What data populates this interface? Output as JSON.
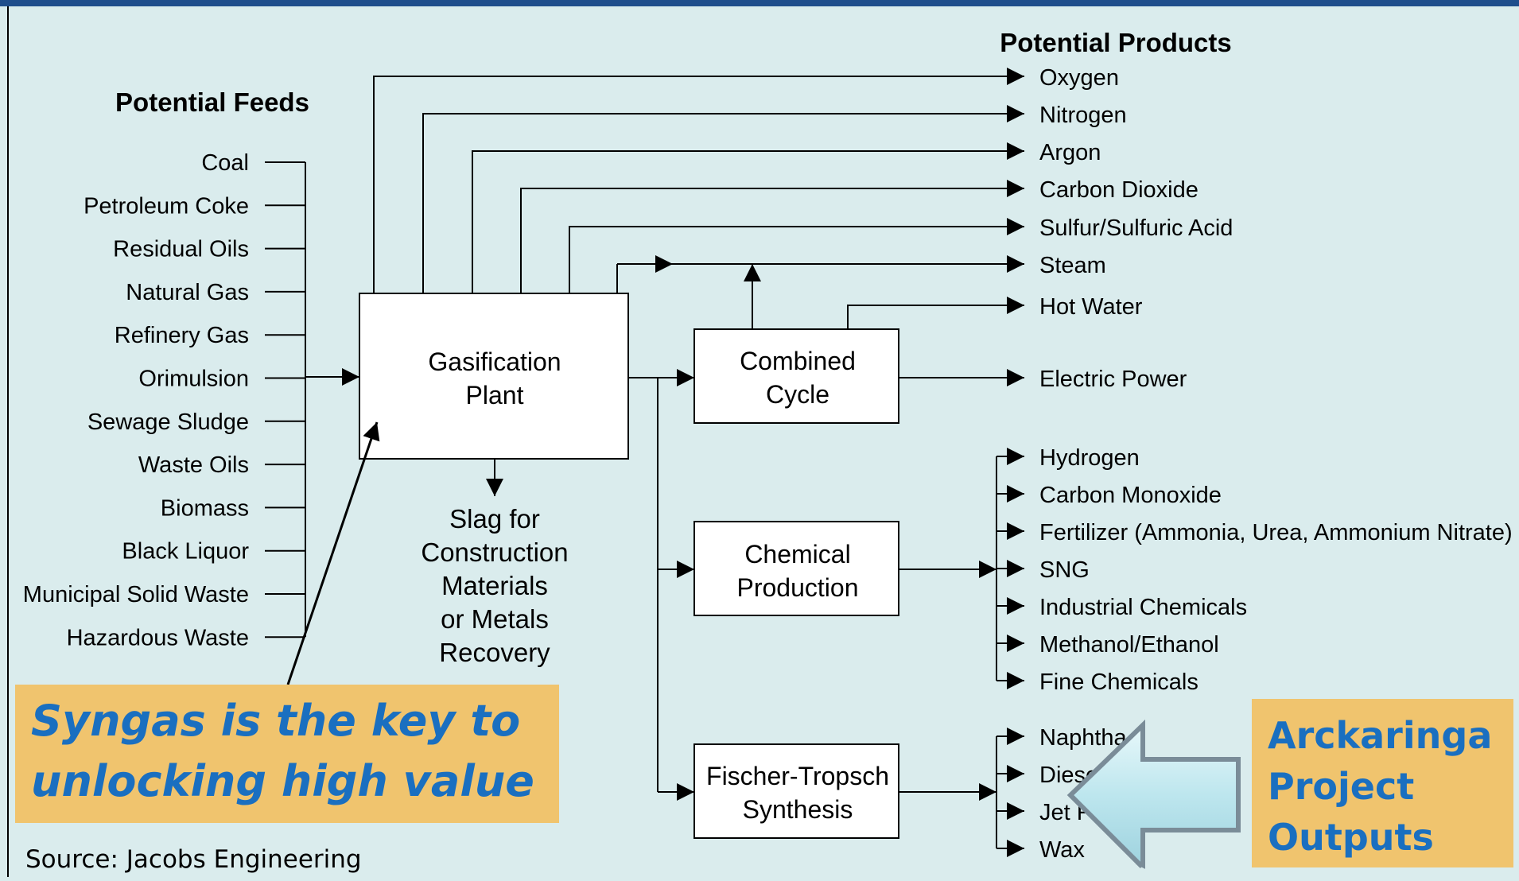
{
  "headers": {
    "feeds": "Potential Feeds",
    "products": "Potential Products"
  },
  "feeds": [
    "Coal",
    "Petroleum Coke",
    "Residual Oils",
    "Natural Gas",
    "Refinery Gas",
    "Orimulsion",
    "Sewage Sludge",
    "Waste Oils",
    "Biomass",
    "Black Liquor",
    "Municipal Solid Waste",
    "Hazardous Waste"
  ],
  "processes": {
    "gasification": [
      "Gasification",
      "Plant"
    ],
    "combined_cycle": [
      "Combined",
      "Cycle"
    ],
    "chemical": [
      "Chemical",
      "Production"
    ],
    "fischer_tropsch": [
      "Fischer-Tropsch",
      "Synthesis"
    ]
  },
  "slag": [
    "Slag for",
    "Construction",
    "Materials",
    "or Metals",
    "Recovery"
  ],
  "products": {
    "direct": [
      "Oxygen",
      "Nitrogen",
      "Argon",
      "Carbon Dioxide",
      "Sulfur/Sulfuric Acid"
    ],
    "steam": "Steam",
    "hot_water": "Hot Water",
    "electric_power": "Electric Power",
    "chemicals": [
      "Hydrogen",
      "Carbon Monoxide",
      "Fertilizer (Ammonia, Urea, Ammonium Nitrate)",
      "SNG",
      "Industrial Chemicals",
      "Methanol/Ethanol",
      "Fine Chemicals"
    ],
    "fuels": [
      "Naphtha",
      "Diesel",
      "Jet Fuel",
      "Wax"
    ]
  },
  "callouts": {
    "syngas": [
      "Syngas is the key to",
      "unlocking high value"
    ],
    "arckaringa": [
      "Arckaringa",
      "Project",
      "Outputs"
    ]
  },
  "source": "Source: Jacobs Engineering",
  "colors": {
    "background": "#daeced",
    "callout_fill": "#f0c46e",
    "callout_text": "#1a6fc0",
    "top_bar": "#1f4e8c"
  }
}
